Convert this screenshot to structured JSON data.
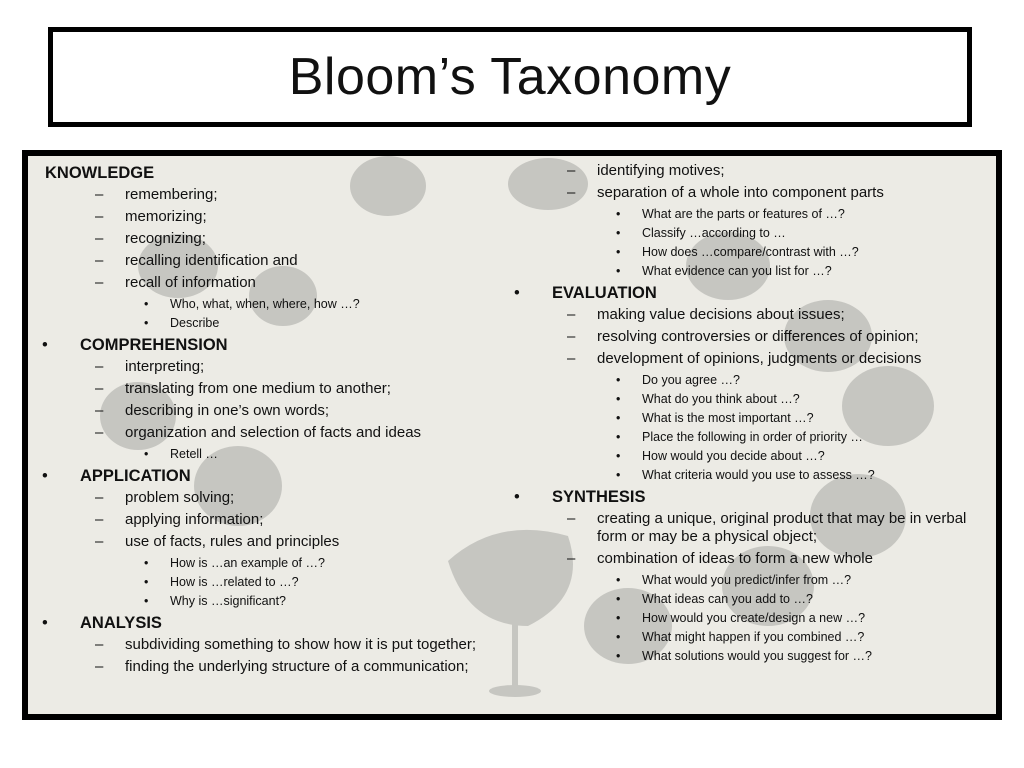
{
  "slide": {
    "title": "Bloom’s Taxonomy",
    "left_column": [
      {
        "level": 1,
        "bullet": false,
        "text": "KNOWLEDGE"
      },
      {
        "level": 2,
        "text": "remembering;"
      },
      {
        "level": 2,
        "text": "memorizing;"
      },
      {
        "level": 2,
        "text": "recognizing;"
      },
      {
        "level": 2,
        "text": "recalling identification and"
      },
      {
        "level": 2,
        "text": "recall of information"
      },
      {
        "level": 3,
        "text": "Who, what, when, where, how …?"
      },
      {
        "level": 3,
        "text": "Describe"
      },
      {
        "level": 1,
        "bullet": true,
        "text": "COMPREHENSION"
      },
      {
        "level": 2,
        "text": "interpreting;"
      },
      {
        "level": 2,
        "text": "translating from one medium to another;"
      },
      {
        "level": 2,
        "text": "describing in one’s own words;"
      },
      {
        "level": 2,
        "text": "organization and selection of facts and ideas"
      },
      {
        "level": 3,
        "text": "Retell …"
      },
      {
        "level": 1,
        "bullet": true,
        "text": "APPLICATION"
      },
      {
        "level": 2,
        "text": "problem solving;"
      },
      {
        "level": 2,
        "text": "applying information;"
      },
      {
        "level": 2,
        "text": "use of facts, rules and principles"
      },
      {
        "level": 3,
        "text": "How is …an example of …?"
      },
      {
        "level": 3,
        "text": "How is …related to …?"
      },
      {
        "level": 3,
        "text": "Why is …significant?"
      },
      {
        "level": 1,
        "bullet": true,
        "text": "ANALYSIS"
      },
      {
        "level": 2,
        "text": "subdividing something to show how it is put together;"
      },
      {
        "level": 2,
        "text": "finding the underlying structure of a communication;"
      }
    ],
    "right_column": [
      {
        "level": 2,
        "text": "identifying motives;"
      },
      {
        "level": 2,
        "text": "separation of a whole into component parts"
      },
      {
        "level": 3,
        "text": "What are the parts or features of …?"
      },
      {
        "level": 3,
        "text": "Classify …according to …"
      },
      {
        "level": 3,
        "text": "How does …compare/contrast with …?"
      },
      {
        "level": 3,
        "text": "What evidence can you list for …?"
      },
      {
        "level": 1,
        "bullet": true,
        "text": "EVALUATION"
      },
      {
        "level": 2,
        "text": "making value decisions about issues;"
      },
      {
        "level": 2,
        "text": "resolving controversies or differences of opinion;"
      },
      {
        "level": 2,
        "text": "development of opinions, judgments or decisions"
      },
      {
        "level": 3,
        "text": "Do you agree …?"
      },
      {
        "level": 3,
        "text": "What do you think about …?"
      },
      {
        "level": 3,
        "text": "What is the most important …?"
      },
      {
        "level": 3,
        "text": "Place the following in order of priority …"
      },
      {
        "level": 3,
        "text": "How would you decide about …?"
      },
      {
        "level": 3,
        "text": "What criteria would you use to assess …?"
      },
      {
        "level": 1,
        "bullet": true,
        "text": "SYNTHESIS"
      },
      {
        "level": 2,
        "text": "creating a unique, original product that may be in verbal form or may be a physical object;"
      },
      {
        "level": 2,
        "text": "combination of ideas to form a new whole"
      },
      {
        "level": 3,
        "text": "What would you predict/infer from …?"
      },
      {
        "level": 3,
        "text": "What ideas can you add to …?"
      },
      {
        "level": 3,
        "text": "How would you create/design a new …?"
      },
      {
        "level": 3,
        "text": "What might happen if you combined …?"
      },
      {
        "level": 3,
        "text": "What solutions would you suggest for …?"
      }
    ],
    "markers": {
      "level1": "•",
      "level2": "–",
      "level3": "•"
    },
    "colors": {
      "frame": "#000000",
      "panel_background": "#ecebe5",
      "chair": "#a8a8a4",
      "text": "#111111"
    }
  }
}
